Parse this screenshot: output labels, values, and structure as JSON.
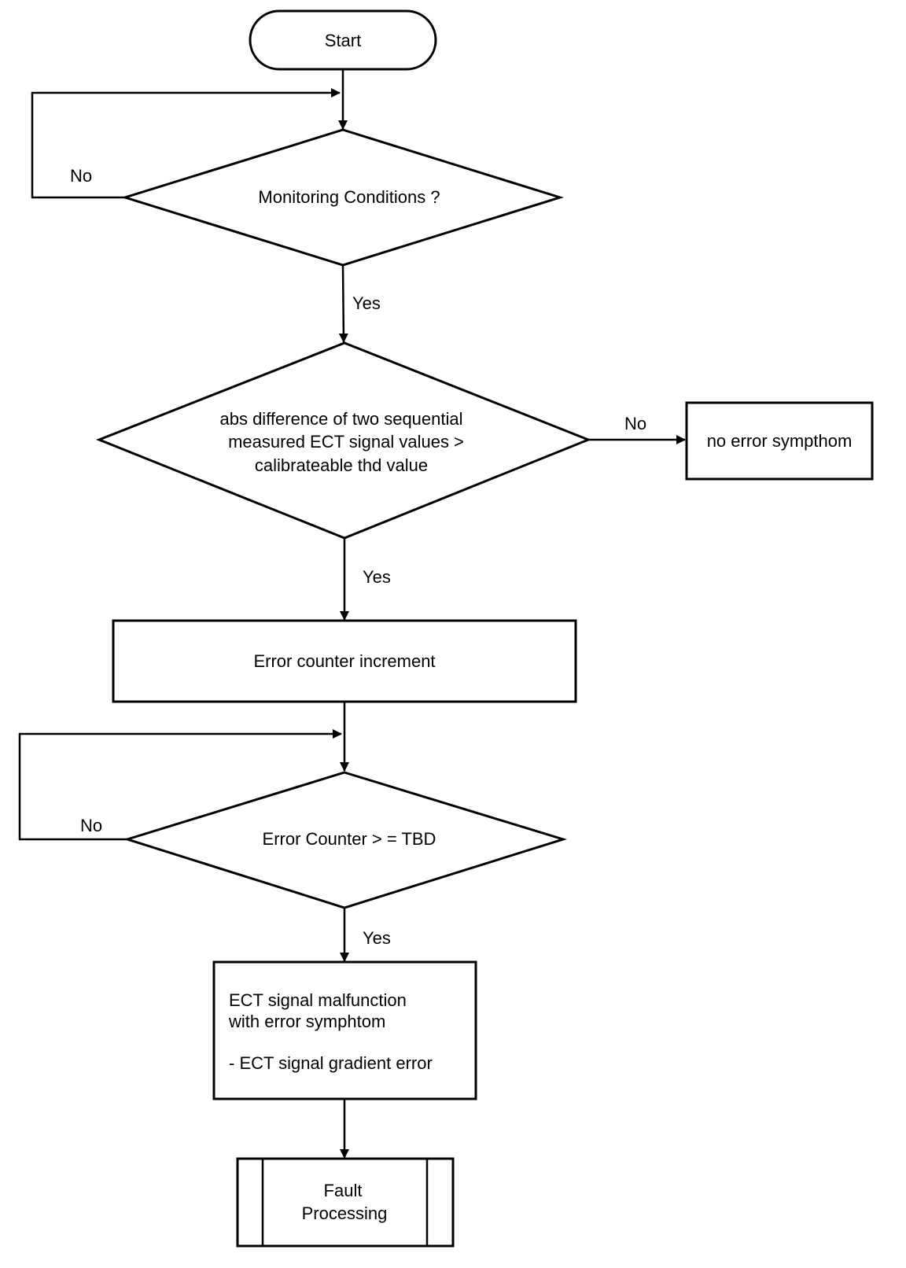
{
  "nodes": {
    "start": {
      "label": "Start"
    },
    "monitoring": {
      "label": "Monitoring Conditions ?"
    },
    "abs_check": {
      "lines": [
        "abs difference of two sequential",
        "measured ECT signal values >",
        "calibrateable thd value"
      ]
    },
    "no_error": {
      "label": "no error sympthom"
    },
    "increment": {
      "label": "Error counter increment"
    },
    "counter_check": {
      "label": "Error Counter > = TBD"
    },
    "malfunction": {
      "lines": [
        "ECT signal malfunction",
        "with error symphtom",
        "- ECT signal gradient error"
      ]
    },
    "fault": {
      "lines": [
        "Fault",
        "Processing"
      ]
    }
  },
  "edges": {
    "monitoring_no": "No",
    "monitoring_yes": "Yes",
    "abs_no": "No",
    "abs_yes": "Yes",
    "counter_no": "No",
    "counter_yes": "Yes"
  },
  "colors": {
    "stroke": "#000000",
    "fill": "#ffffff"
  }
}
